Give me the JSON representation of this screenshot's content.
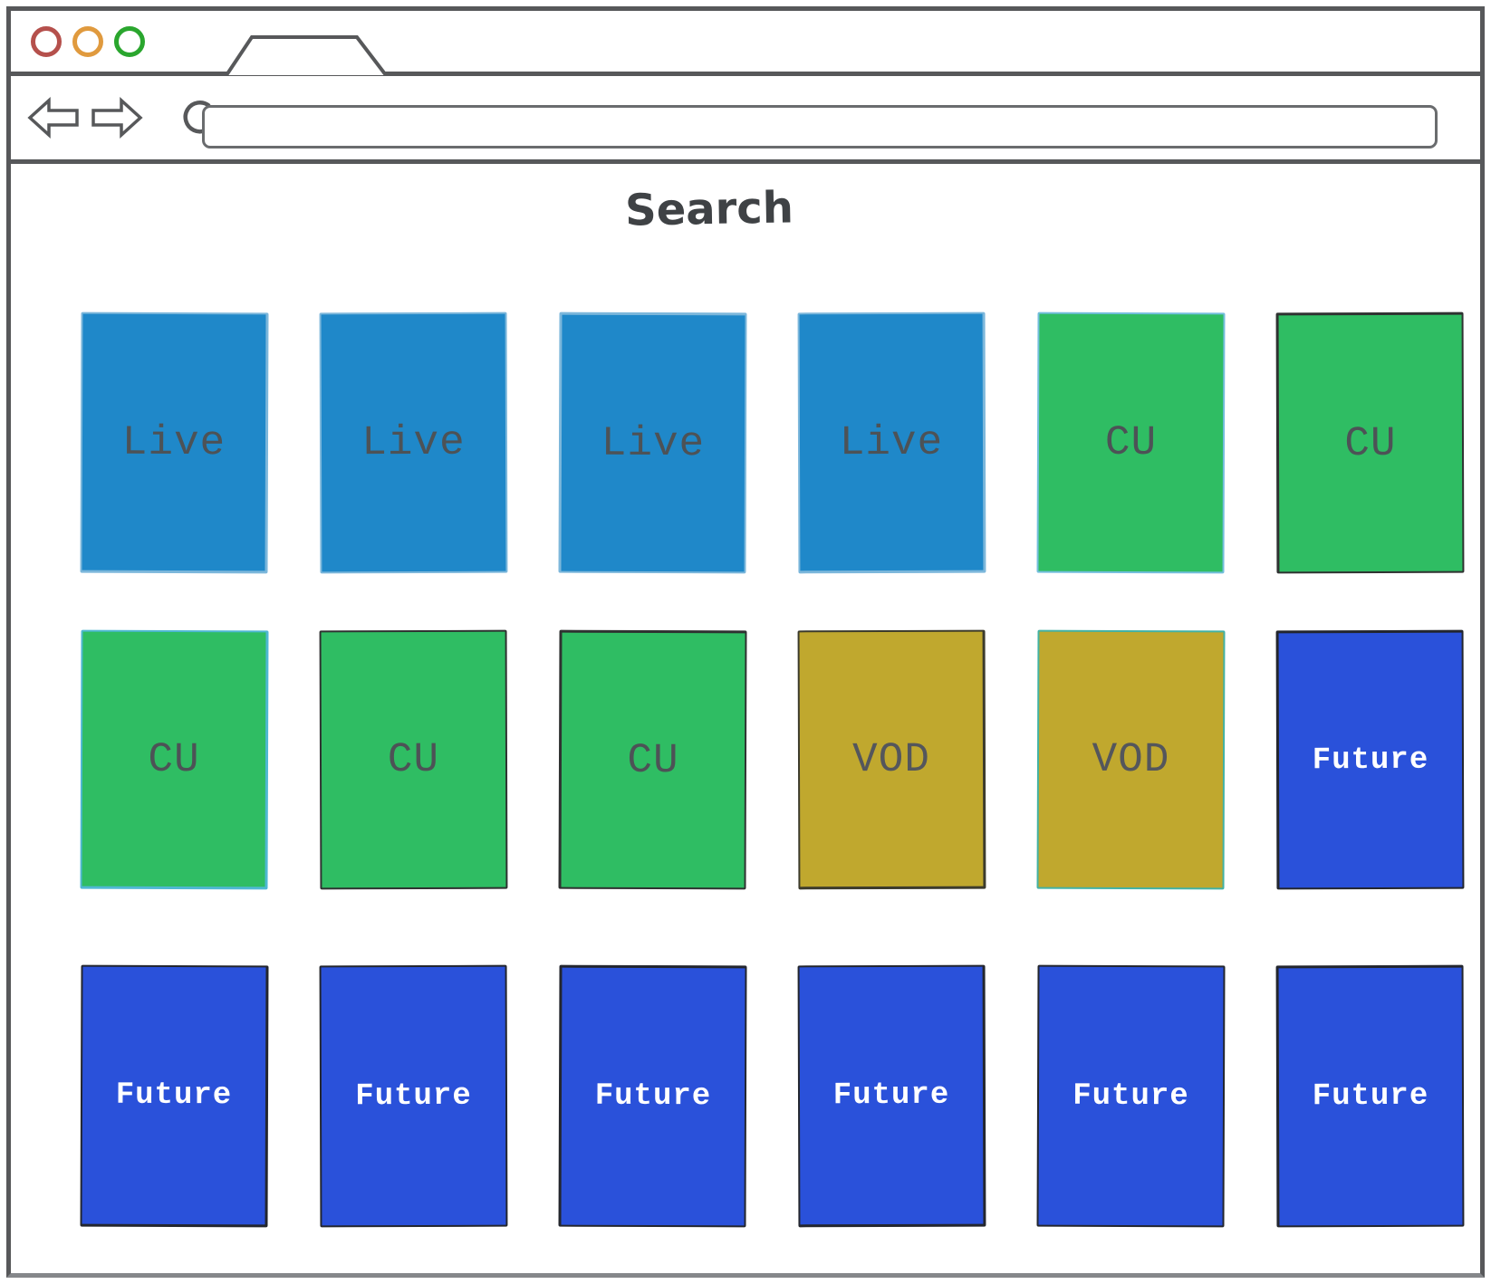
{
  "window": {
    "traffic_lights": [
      {
        "name": "close",
        "color": "#b5504c"
      },
      {
        "name": "minimize",
        "color": "#e09a3e"
      },
      {
        "name": "maximize",
        "color": "#2aa62e"
      }
    ],
    "tab": {
      "label": ""
    },
    "nav": {
      "url_value": "",
      "url_placeholder": ""
    }
  },
  "page": {
    "title": "Search"
  },
  "colors": {
    "live_bg": "#1f88c9",
    "catchup_bg": "#2fbd63",
    "vod_bg": "#c0a82e",
    "future_bg": "#2a51da",
    "label_dark": "#4d5256",
    "label_light": "#ffffff",
    "frame": "#57585a"
  },
  "grid": {
    "cards": [
      {
        "label": "Live",
        "type": "live",
        "bg": "#1f88c9",
        "fg": "#4d5256",
        "border": "#7cb7db"
      },
      {
        "label": "Live",
        "type": "live",
        "bg": "#1f88c9",
        "fg": "#4d5256",
        "border": "#7cb7db"
      },
      {
        "label": "Live",
        "type": "live",
        "bg": "#1f88c9",
        "fg": "#4d5256",
        "border": "#7cb7db"
      },
      {
        "label": "Live",
        "type": "live",
        "bg": "#1f88c9",
        "fg": "#4d5256",
        "border": "#7cb7db"
      },
      {
        "label": "CU",
        "type": "catchup",
        "bg": "#2fbd63",
        "fg": "#4d5256",
        "border": "#74bedd"
      },
      {
        "label": "CU",
        "type": "catchup",
        "bg": "#2fbd63",
        "fg": "#4d5256",
        "border": "#2f3231"
      },
      {
        "label": "CU",
        "type": "catchup",
        "bg": "#2fbd63",
        "fg": "#4d5256",
        "border": "#4fb8d3"
      },
      {
        "label": "CU",
        "type": "catchup",
        "bg": "#2fbd63",
        "fg": "#4d5256",
        "border": "#2f3231"
      },
      {
        "label": "CU",
        "type": "catchup",
        "bg": "#2fbd63",
        "fg": "#4d5256",
        "border": "#2f3231"
      },
      {
        "label": "VOD",
        "type": "vod",
        "bg": "#c0a82e",
        "fg": "#54565c",
        "border": "#3c3b2c"
      },
      {
        "label": "VOD",
        "type": "vod",
        "bg": "#c0a82e",
        "fg": "#54565c",
        "border": "#43b2a4"
      },
      {
        "label": "Future",
        "type": "future",
        "bg": "#2a51da",
        "fg": "#ffffff",
        "border": "#23262e"
      },
      {
        "label": "Future",
        "type": "future",
        "bg": "#2a51da",
        "fg": "#ffffff",
        "border": "#23262e"
      },
      {
        "label": "Future",
        "type": "future",
        "bg": "#2a51da",
        "fg": "#ffffff",
        "border": "#23262e"
      },
      {
        "label": "Future",
        "type": "future",
        "bg": "#2a51da",
        "fg": "#ffffff",
        "border": "#23262e"
      },
      {
        "label": "Future",
        "type": "future",
        "bg": "#2a51da",
        "fg": "#ffffff",
        "border": "#23262e"
      },
      {
        "label": "Future",
        "type": "future",
        "bg": "#2a51da",
        "fg": "#ffffff",
        "border": "#23262e"
      },
      {
        "label": "Future",
        "type": "future",
        "bg": "#2a51da",
        "fg": "#ffffff",
        "border": "#23262e"
      }
    ]
  }
}
